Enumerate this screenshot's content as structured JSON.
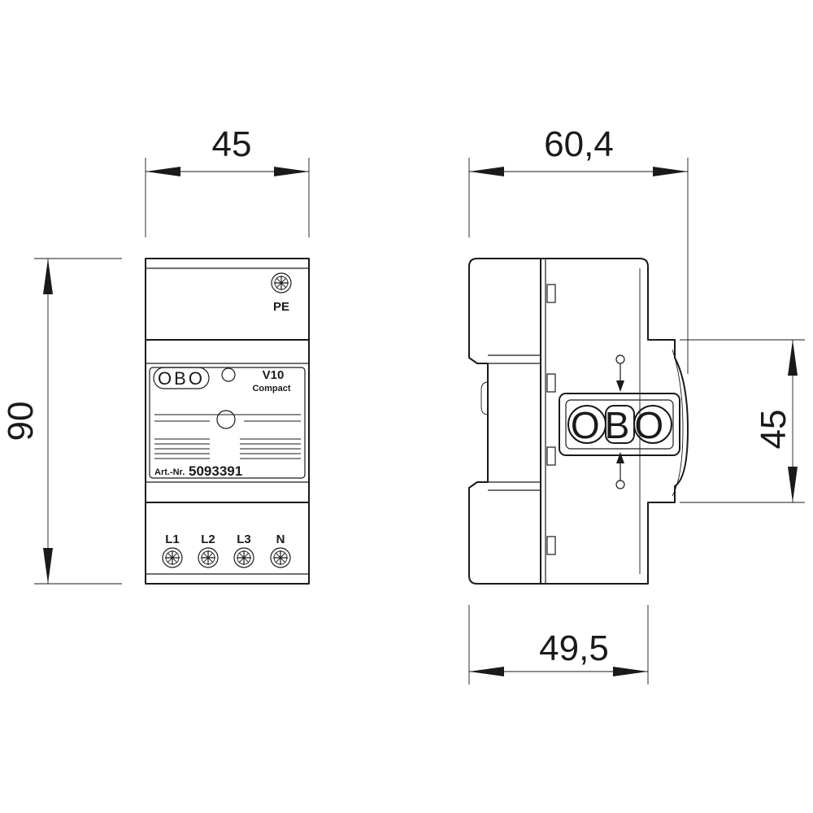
{
  "dimensions": {
    "front_width": "45",
    "front_height": "90",
    "side_depth_total": "60,4",
    "side_front_height": "45",
    "side_depth_base": "49,5"
  },
  "front_view": {
    "pe_label": "PE",
    "logo_text": "OBO",
    "model": "V10",
    "model_sub": "Compact",
    "art_prefix": "Art.-Nr.",
    "art_number": "5093391",
    "terminals": [
      "L1",
      "L2",
      "L3",
      "N"
    ]
  },
  "side_view": {
    "logo_text": "OBO"
  }
}
